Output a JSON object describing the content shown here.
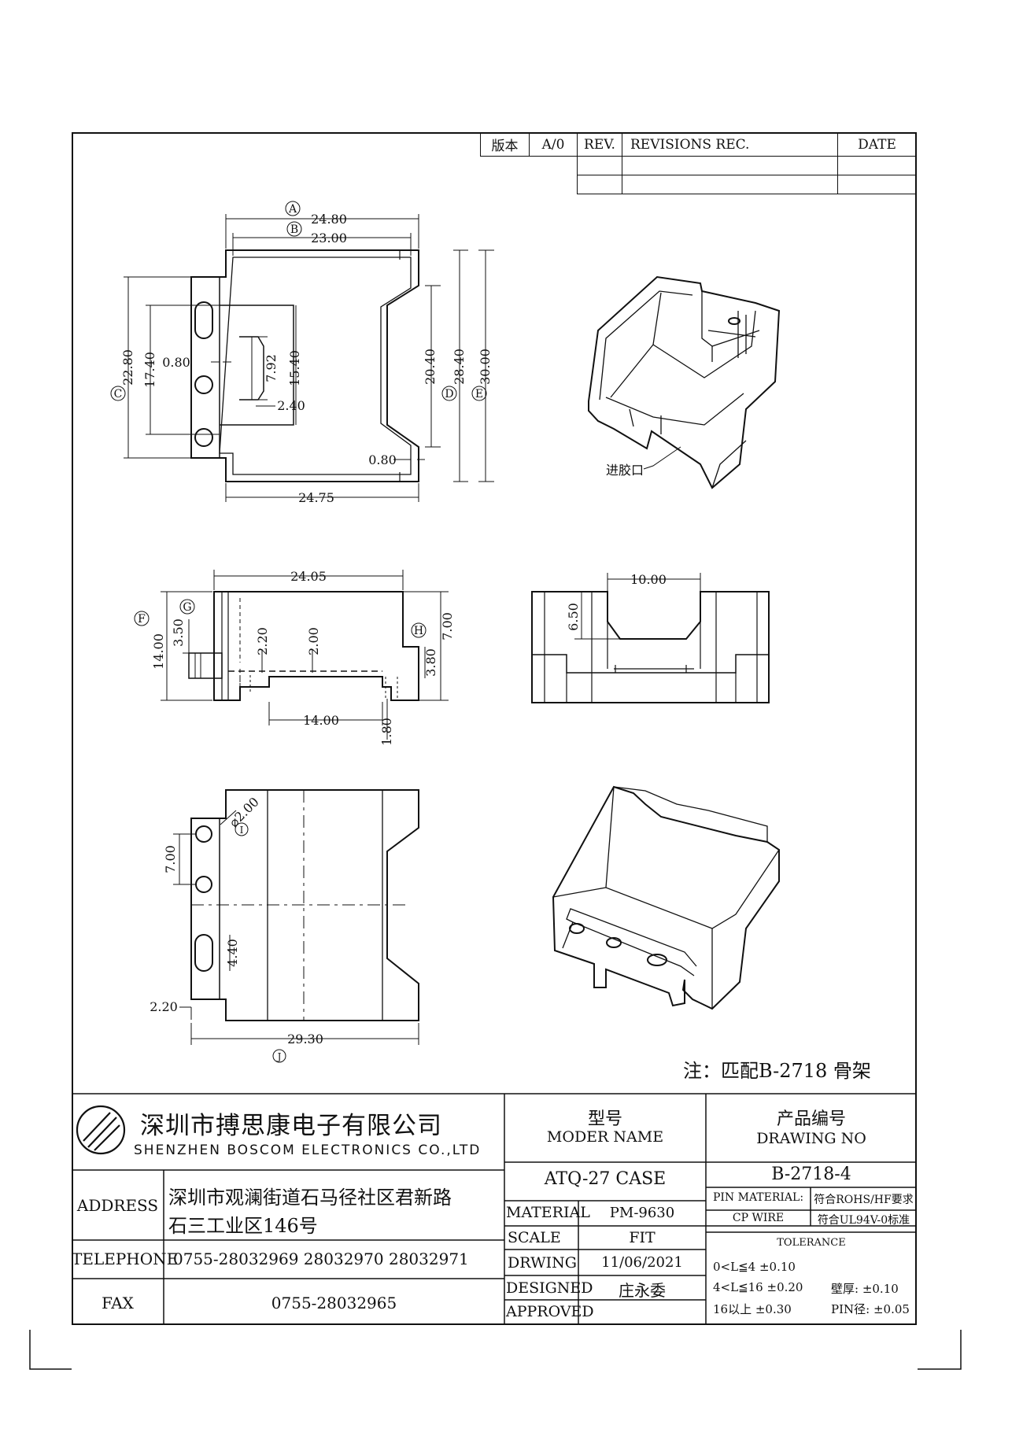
{
  "revision_block": {
    "version_label": "版本",
    "version_value": "A/0",
    "rev_label": "REV.",
    "revisions_label": "REVISIONS REC.",
    "date_label": "DATE"
  },
  "dimensions": {
    "A_mark": "A",
    "A_value": "24.80",
    "B_mark": "B",
    "B_value": "23.00",
    "C_mark": "C",
    "C_value": "22.80",
    "d_17_40": "17.40",
    "d_0_80_left": "0.80",
    "d_7_92": "7.92",
    "d_15_40": "15.40",
    "d_2_40": "2.40",
    "D_mark": "D",
    "d_20_40": "20.40",
    "D_value": "28.40",
    "E_mark": "E",
    "E_value": "30.00",
    "d_0_80_right": "0.80",
    "d_24_75": "24.75",
    "d_24_05": "24.05",
    "F_mark": "F",
    "F_value": "14.00",
    "G_mark": "G",
    "G_value": "3.50",
    "d_2_20_side": "2.20",
    "d_2_00_side": "2.00",
    "H_mark": "H",
    "H_value": "7.00",
    "d_3_80": "3.80",
    "d_14_00_bottom": "14.00",
    "d_1_80": "1.80",
    "d_10_00": "10.00",
    "d_6_50": "6.50",
    "I_mark": "I",
    "I_value": "⌀2.00",
    "d_7_00_bottom": "7.00",
    "d_4_40": "4.40",
    "d_2_20_bottom": "2.20",
    "J_mark": "J",
    "J_value": "29.30",
    "gate_label": "进胶口"
  },
  "note": "注：匹配B-2718 骨架",
  "company": {
    "name_cn": "深圳市搏思康电子有限公司",
    "name_en": "SHENZHEN BOSCOM ELECTRONICS CO.,LTD",
    "address_label": "ADDRESS",
    "address_line1": "深圳市观澜街道石马径社区君新路",
    "address_line2": "石三工业区146号",
    "telephone_label": "TELEPHONE",
    "telephone_value": "0755-28032969 28032970 28032971",
    "fax_label": "FAX",
    "fax_value": "0755-28032965"
  },
  "title_block": {
    "model_label_cn": "型号",
    "model_label_en": "MODER NAME",
    "model_value": "ATQ-27 CASE",
    "drawing_no_label_cn": "产品编号",
    "drawing_no_label_en": "DRAWING NO",
    "drawing_no_value": "B-2718-4",
    "material_label": "MATERIAL",
    "material_value": "PM-9630",
    "scale_label": "SCALE",
    "scale_value": "FIT",
    "drawing_label": "DRWING",
    "drawing_date": "11/06/2021",
    "designed_label": "DESIGNED",
    "designed_value": "庄永委",
    "approved_label": "APPROVED",
    "approved_value": "",
    "pin_material_label": "PIN MATERIAL:",
    "pin_material_value": "符合ROHS/HF要求",
    "cp_wire_label": "CP WIRE",
    "cp_wire_value": "符合UL94V-0标准",
    "tolerance_label": "TOLERANCE",
    "tol_row1": "0<L≦4  ±0.10",
    "tol_row2": "4<L≦16  ±0.20",
    "tol_row3": "16以上    ±0.30",
    "wall_thickness": "壁厚:   ±0.10",
    "pin_diameter": "PIN径:  ±0.05"
  }
}
